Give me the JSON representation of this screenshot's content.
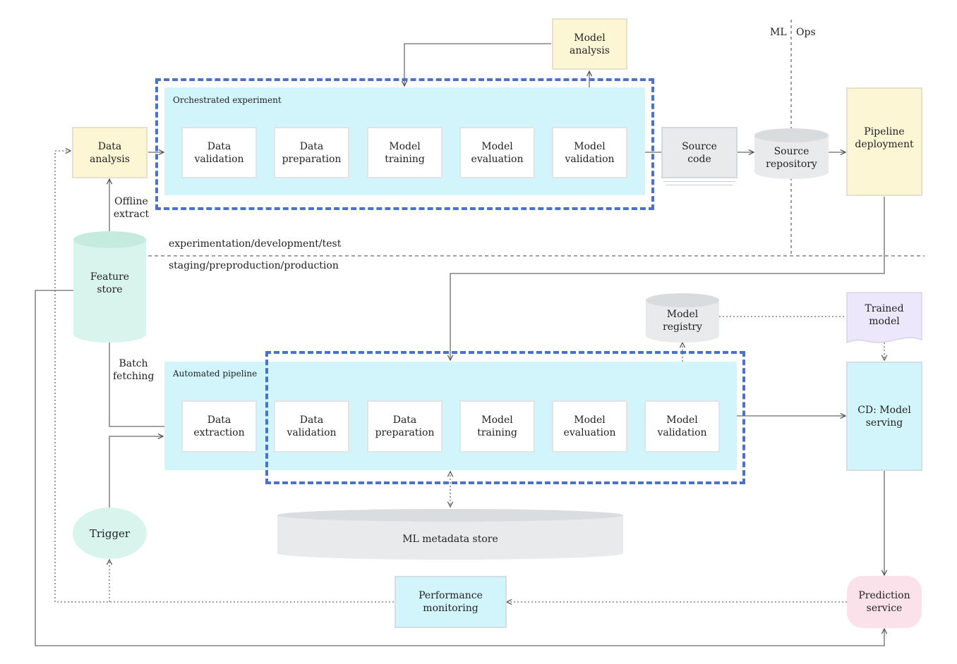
{
  "labels": {
    "ml": "ML",
    "ops": "Ops",
    "offline_extract": "Offline\nextract",
    "batch_fetching": "Batch\nfetching",
    "env_dev": "experimentation/development/test",
    "env_prod": "staging/preproduction/production"
  },
  "nodes": {
    "data_analysis": "Data\nanalysis",
    "model_analysis": "Model\nanalysis",
    "source_code": "Source\ncode",
    "source_repository": "Source\nrepository",
    "pipeline_deployment": "Pipeline\ndeployment",
    "feature_store": "Feature\nstore",
    "model_registry": "Model\nregistry",
    "trained_model": "Trained\nmodel",
    "cd_model_serving": "CD: Model\nserving",
    "trigger": "Trigger",
    "ml_metadata_store": "ML metadata store",
    "performance_monitoring": "Performance\nmonitoring",
    "prediction_service": "Prediction\nservice"
  },
  "experiment": {
    "title": "Orchestrated experiment",
    "steps": [
      "Data\nvalidation",
      "Data\npreparation",
      "Model\ntraining",
      "Model\nevaluation",
      "Model\nvalidation"
    ]
  },
  "pipeline": {
    "title": "Automated pipeline",
    "extraction": "Data\nextraction",
    "steps": [
      "Data\nvalidation",
      "Data\npreparation",
      "Model\ntraining",
      "Model\nevaluation",
      "Model\nvalidation"
    ]
  },
  "colors": {
    "highlight_frame": "#4a72c8",
    "panel": "#d2f5fb",
    "analysis": "#fdf6d5",
    "store": "#d9f4ec",
    "prediction": "#fbe1ea",
    "artifact": "#ece7fb"
  }
}
